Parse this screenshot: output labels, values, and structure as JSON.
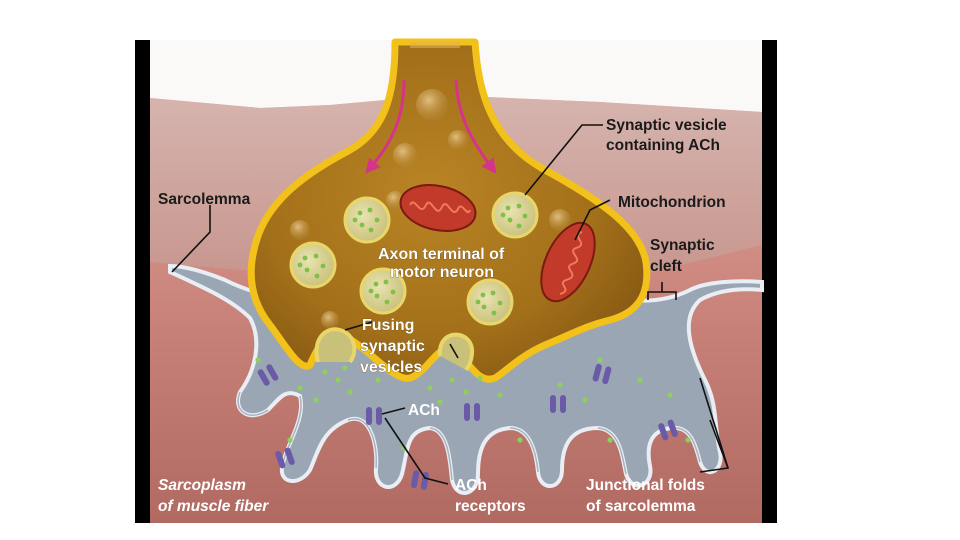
{
  "labels": {
    "vesicle_line1": "Synaptic vesicle",
    "vesicle_line2": "containing ACh",
    "mitochondrion": "Mitochondrion",
    "sarcolemma": "Sarcolemma",
    "cleft_line1": "Synaptic",
    "cleft_line2": "cleft",
    "axon_line1": "Axon terminal of",
    "axon_line2": "motor neuron",
    "fusing_line1": "Fusing",
    "fusing_line2": "synaptic",
    "fusing_line3": "vesicles",
    "ach": "ACh",
    "receptors_line1": "ACh",
    "receptors_line2": "receptors",
    "sarcoplasm_line1": "Sarcoplasm",
    "sarcoplasm_line2": "of muscle fiber",
    "folds_line1": "Junctional folds",
    "folds_line2": "of sarcolemma"
  },
  "colors": {
    "axon": "#c8921a",
    "axon_border": "#f2c21a",
    "cleft": "#9aa6b4",
    "muscle": "#c9837a",
    "muscle_top": "#d79a90",
    "receptor": "#6a5aa8",
    "ach": "#8fd05a",
    "mitochondrion": "#c23a2a"
  }
}
